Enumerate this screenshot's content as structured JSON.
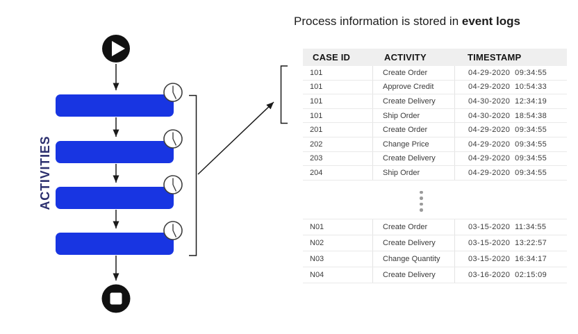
{
  "title": {
    "regular": "Process information is stored in",
    "bold": "event logs"
  },
  "flowchart": {
    "label": "ACTIVITIES",
    "activity_count": 4,
    "start_event": "play",
    "end_event": "stop",
    "clock_icon_count": 4
  },
  "event_log": {
    "headers": [
      "CASE ID",
      "ACTIVITY",
      "TIMESTAMP"
    ],
    "rows_top": [
      {
        "case_id": "101",
        "activity": "Create Order",
        "timestamp": "04-29-2020  09:34:55"
      },
      {
        "case_id": "101",
        "activity": "Approve Credit",
        "timestamp": "04-29-2020  10:54:33"
      },
      {
        "case_id": "101",
        "activity": "Create Delivery",
        "timestamp": "04-30-2020  12:34:19"
      },
      {
        "case_id": "101",
        "activity": "Ship Order",
        "timestamp": "04-30-2020  18:54:38"
      },
      {
        "case_id": "201",
        "activity": "Create Order",
        "timestamp": "04-29-2020  09:34:55"
      },
      {
        "case_id": "202",
        "activity": "Change Price",
        "timestamp": "04-29-2020  09:34:55"
      },
      {
        "case_id": "203",
        "activity": "Create Delivery",
        "timestamp": "04-29-2020  09:34:55"
      },
      {
        "case_id": "204",
        "activity": "Ship Order",
        "timestamp": "04-29-2020  09:34:55"
      }
    ],
    "rows_bottom": [
      {
        "case_id": "N01",
        "activity": "Create Order",
        "timestamp": "03-15-2020  11:34:55"
      },
      {
        "case_id": "N02",
        "activity": "Create Delivery",
        "timestamp": "03-15-2020  13:22:57"
      },
      {
        "case_id": "N03",
        "activity": "Change Quantity",
        "timestamp": "03-15-2020  16:34:17"
      },
      {
        "case_id": "N04",
        "activity": "Create Delivery",
        "timestamp": "03-16-2020  02:15:09"
      }
    ]
  },
  "colors": {
    "activity_bar": "#1835E2",
    "activities_label": "#2B2F6E",
    "header_bg": "#EFEFEF",
    "line_art": "#1A1A1A",
    "dots": "#9B9B9B"
  }
}
